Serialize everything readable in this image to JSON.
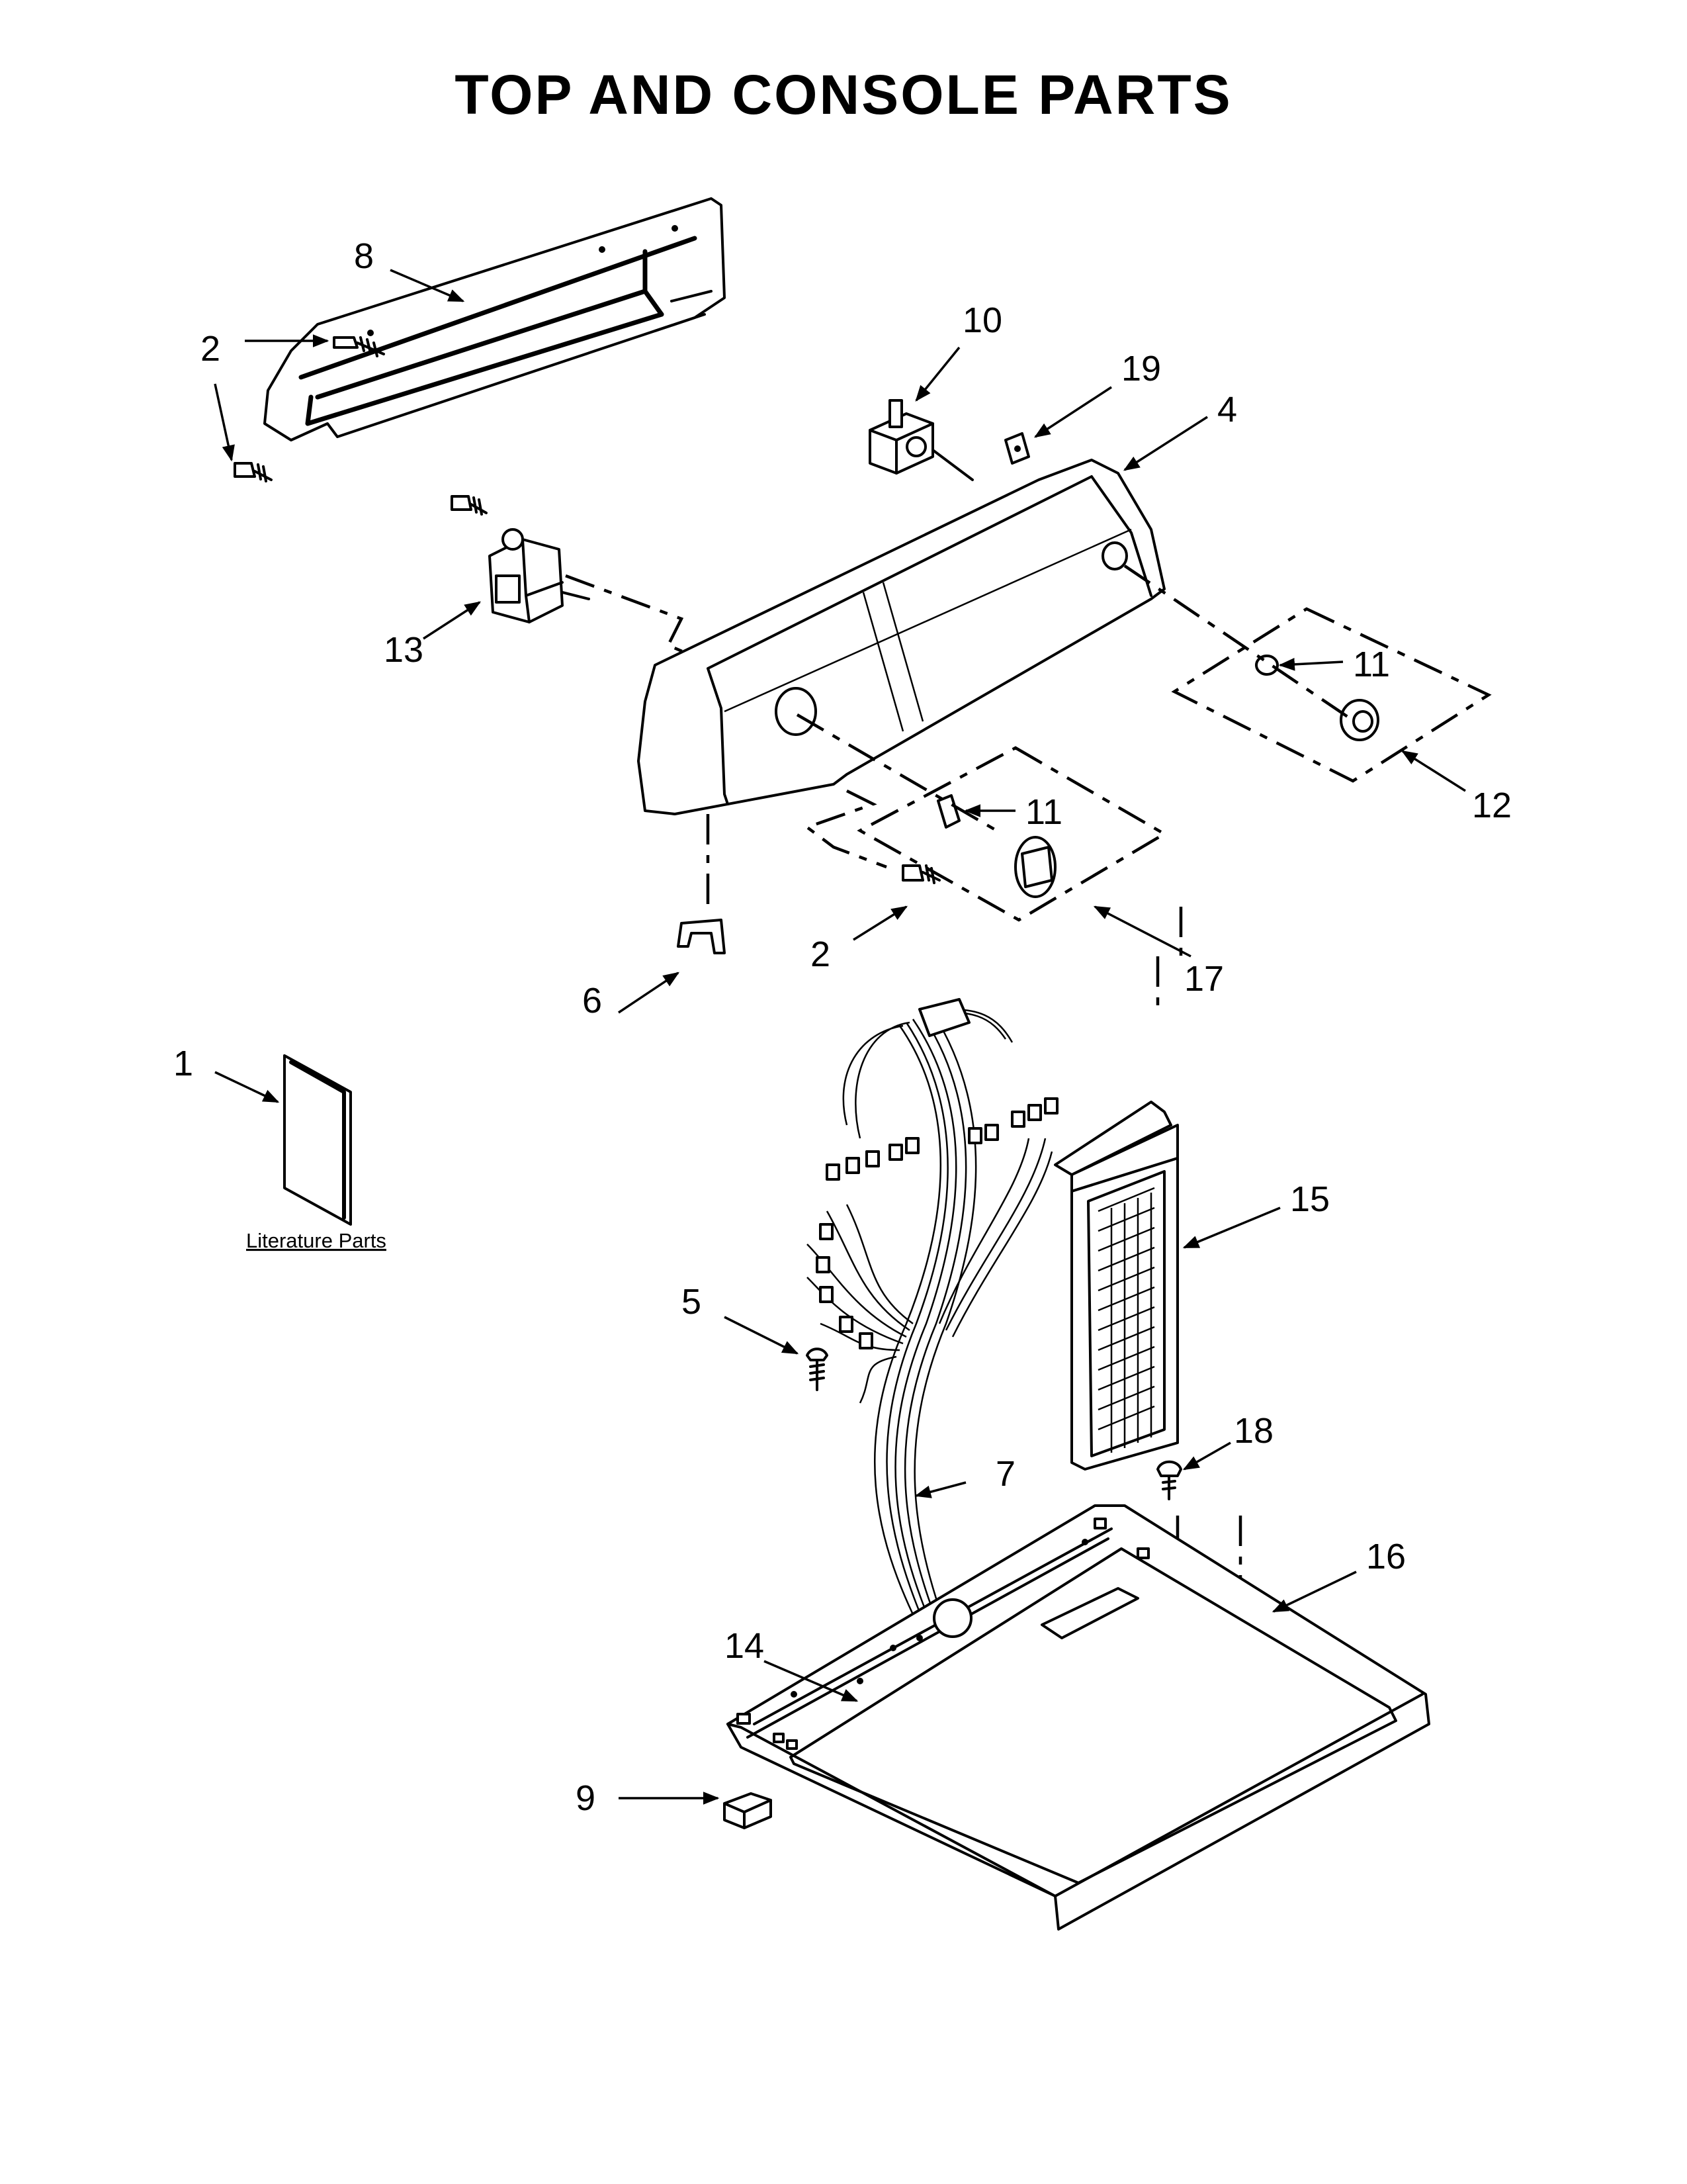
{
  "title": "TOP AND CONSOLE PARTS",
  "literature_label": "Literature Parts",
  "callouts": {
    "c1": "1",
    "c2a": "2",
    "c2b": "2",
    "c2c": "2",
    "c4": "4",
    "c5": "5",
    "c6": "6",
    "c7": "7",
    "c8": "8",
    "c9": "9",
    "c10": "10",
    "c11a": "11",
    "c11b": "11",
    "c12": "12",
    "c13": "13",
    "c14": "14",
    "c15": "15",
    "c16": "16",
    "c17": "17",
    "c18": "18",
    "c19": "19"
  }
}
